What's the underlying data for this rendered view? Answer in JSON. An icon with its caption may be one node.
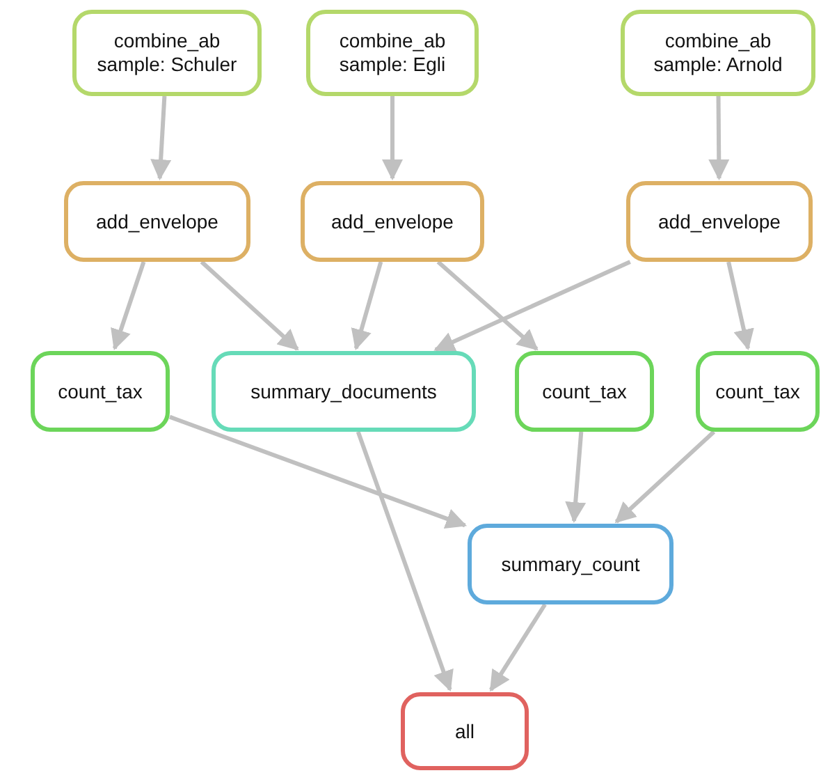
{
  "diagram": {
    "nodes": [
      {
        "text": [
          "combine_ab",
          "sample: Schuler"
        ]
      },
      {
        "text": [
          "combine_ab",
          "sample: Egli"
        ]
      },
      {
        "text": [
          "combine_ab",
          "sample: Arnold"
        ]
      },
      {
        "text": [
          "add_envelope"
        ]
      },
      {
        "text": [
          "add_envelope"
        ]
      },
      {
        "text": [
          "add_envelope"
        ]
      },
      {
        "text": [
          "count_tax"
        ]
      },
      {
        "text": [
          "summary_documents"
        ]
      },
      {
        "text": [
          "count_tax"
        ]
      },
      {
        "text": [
          "count_tax"
        ]
      },
      {
        "text": [
          "summary_count"
        ]
      },
      {
        "text": [
          "all"
        ]
      }
    ],
    "edges": [
      {
        "from": 0,
        "to": 3,
        "arrow": "to"
      },
      {
        "from": 1,
        "to": 4,
        "arrow": "to"
      },
      {
        "from": 2,
        "to": 5,
        "arrow": "to"
      },
      {
        "from": 3,
        "to": 6,
        "arrow": "to"
      },
      {
        "from": 3,
        "to": 7,
        "arrow": "to"
      },
      {
        "from": 4,
        "to": 7,
        "arrow": "to"
      },
      {
        "from": 4,
        "to": 8,
        "arrow": "to"
      },
      {
        "from": 5,
        "to": 7,
        "arrow": "to"
      },
      {
        "from": 5,
        "to": 9,
        "arrow": "to"
      },
      {
        "from": 6,
        "to": 10,
        "arrow": "to"
      },
      {
        "from": 8,
        "to": 10,
        "arrow": "to"
      },
      {
        "from": 9,
        "to": 10,
        "arrow": "to"
      },
      {
        "from": 7,
        "to": 11,
        "arrow": "to"
      },
      {
        "from": 10,
        "to": 11,
        "arrow": "to"
      }
    ]
  }
}
